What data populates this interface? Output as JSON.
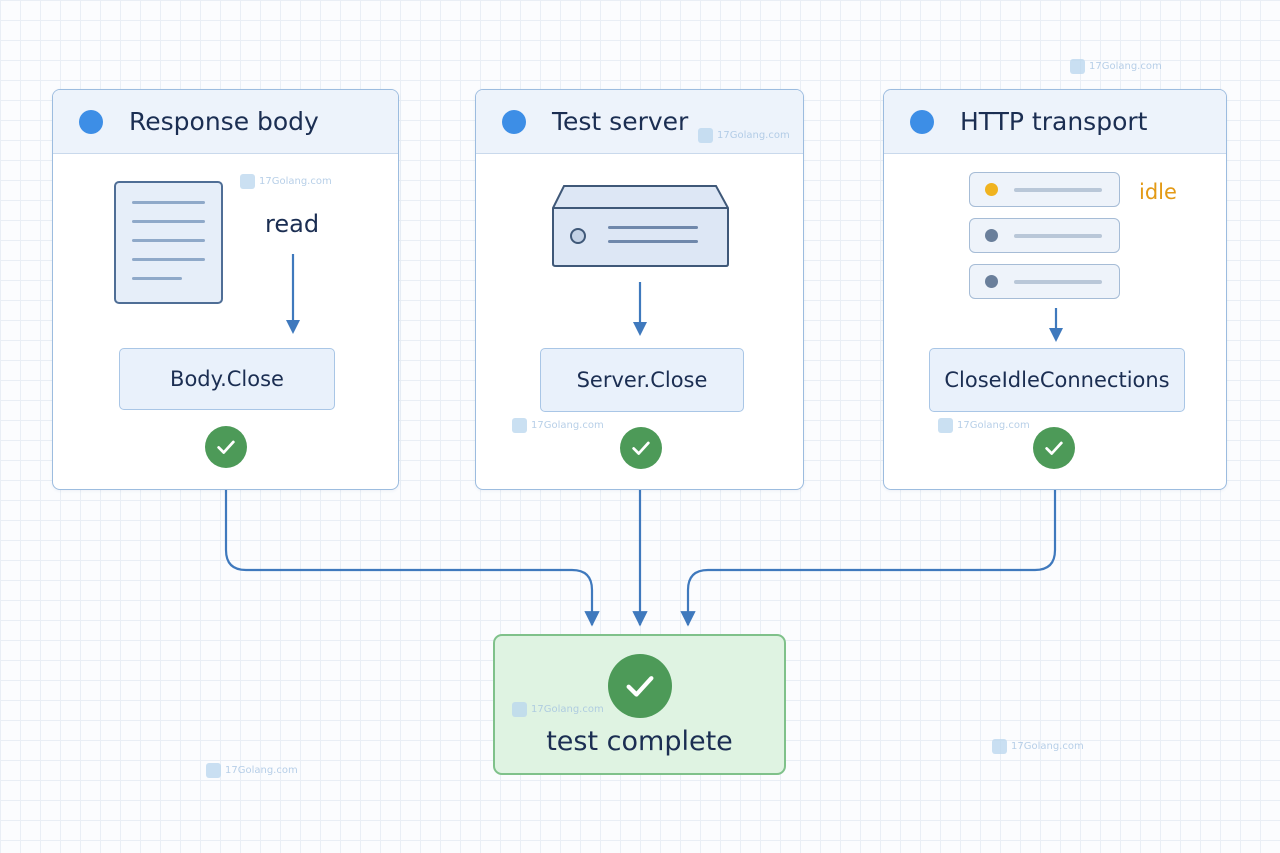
{
  "panels": [
    {
      "title": "Response body",
      "action": "read",
      "method": "Body.Close"
    },
    {
      "title": "Test server",
      "method": "Server.Close"
    },
    {
      "title": "HTTP transport",
      "status": "idle",
      "method": "CloseIdleConnections"
    }
  ],
  "result": {
    "label": "test complete"
  },
  "watermark": "17Golang.com",
  "colors": {
    "accent": "#3d8ee6",
    "arrow": "#3f79bd",
    "success": "#4d9a58",
    "idle": "#e39a16"
  }
}
